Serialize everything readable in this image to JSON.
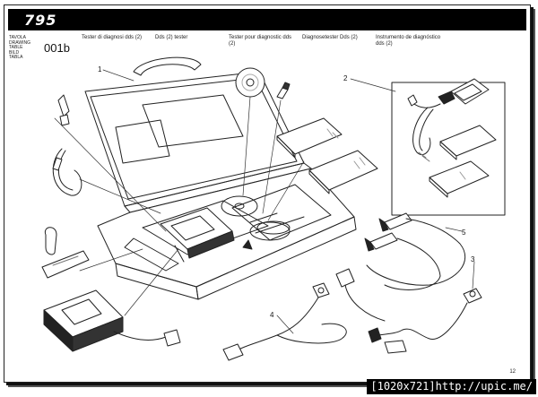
{
  "header": {
    "model": "795"
  },
  "table_block": {
    "labels": [
      "TAVOLA",
      "DRAWING",
      "TABLE",
      "BILD",
      "TABLA"
    ],
    "code": "001b"
  },
  "descriptions": [
    {
      "lines": [
        "Tester di diagnosi dds (2)"
      ]
    },
    {
      "lines": [
        "Dds (2) tester"
      ]
    },
    {
      "lines": [
        "Tester pour diagnostic dds",
        "(2)"
      ]
    },
    {
      "lines": [
        "Diagnosetester Dds (2)"
      ]
    },
    {
      "lines": [
        "Instrumento de diagnóstico",
        "dds (2)"
      ]
    }
  ],
  "callouts": {
    "c1": "1",
    "c2": "2",
    "c3": "3",
    "c4": "4",
    "c5": "5"
  },
  "footer": {
    "page_number": "12"
  },
  "watermark": {
    "text": "[1020x721]http://upic.me/"
  }
}
